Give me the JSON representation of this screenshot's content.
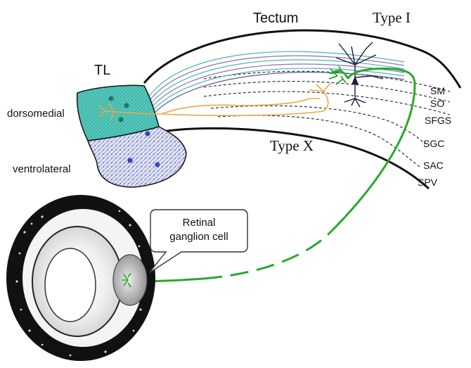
{
  "labels": {
    "tectum": "Tectum",
    "type_one": "Type I",
    "type_x": "Type X",
    "tl": "TL",
    "dorsomedial": "dorsomedial",
    "ventrolateral": "ventrolateral",
    "callout_line1": "Retinal",
    "callout_line2": "ganglion cell"
  },
  "layers": [
    "SM",
    "SO",
    "SFGS",
    "SGC",
    "SAC",
    "SPV"
  ],
  "colors": {
    "retinal_axon": "#2aa82a",
    "type_x_neuron": "#f0a640",
    "type_one_neuron": "#1c1c3c",
    "tl_dorsomedial": "#3cc0b0",
    "tl_ventrolateral": "#8a90d0",
    "tl_dots": "#1a7a6a",
    "tl_dots_ventral": "#3344bb",
    "fiber_purple": "#8a70c8",
    "fiber_teal": "#4cb8a8"
  }
}
